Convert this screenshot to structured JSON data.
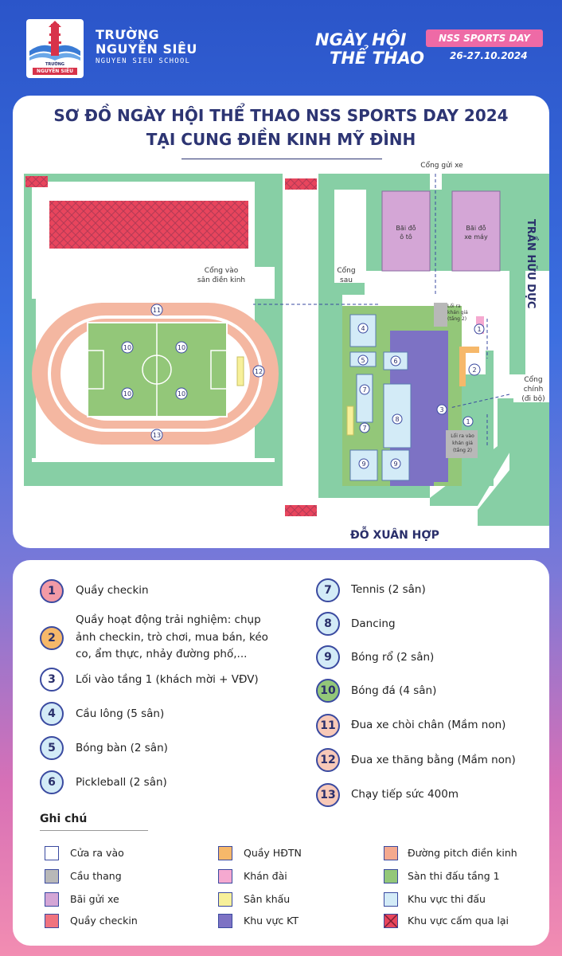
{
  "header": {
    "school_line1": "TRƯỜNG",
    "school_line2": "NGUYỄN SIÊU",
    "school_line3": "NGUYEN SIEU SCHOOL",
    "logo_text_top": "TRƯỜNG",
    "logo_text_bottom": "NGUYỄN SIÊU",
    "event_line1": "NGÀY HỘI",
    "event_line2": "THỂ THAO",
    "badge": "NSS SPORTS DAY",
    "dates": "26-27.10.2024"
  },
  "map": {
    "title_line1": "SƠ ĐỒ NGÀY HỘI THỂ THAO NSS SPORTS DAY 2024",
    "title_line2": "TẠI CUNG ĐIỀN KINH MỸ ĐÌNH",
    "labels": {
      "cong_gui_xe": "Cổng gửi xe",
      "bai_do_oto_1": "Bãi đỗ",
      "bai_do_oto_2": "ô tô",
      "bai_do_xemay_1": "Bãi đỗ",
      "bai_do_xemay_2": "xe máy",
      "tran_huu_duc": "TRẦN HỮU DỰC",
      "cong_vao_1": "Cổng vào",
      "cong_vao_2": "sân điền kinh",
      "cong_sau_1": "Cổng",
      "cong_sau_2": "sau",
      "loi_ra_1": "Lối ra",
      "loi_ra_2": "khán giả",
      "loi_ra_3": "(tầng 2)",
      "cong_chinh_1": "Cổng",
      "cong_chinh_2": "chính",
      "cong_chinh_3": "(đi bộ)",
      "loi_ra_vao_1": "Lối ra vào",
      "loi_ra_vao_2": "khán giả",
      "loi_ra_vao_3": "(tầng 2)",
      "do_xuan_hop": "ĐỖ XUÂN HỢP"
    },
    "markers": [
      "1",
      "2",
      "3",
      "4",
      "5",
      "6",
      "7",
      "8",
      "9",
      "10",
      "11",
      "12",
      "13"
    ]
  },
  "legend": {
    "items": [
      {
        "num": "1",
        "text": "Quầy checkin"
      },
      {
        "num": "2",
        "text_l1": "Quầy hoạt động trải nghiệm: chụp",
        "text_l2": "ảnh checkin, trò chơi, mua bán, kéo",
        "text_l3": "co, ẩm thực, nhảy đường phố,..."
      },
      {
        "num": "3",
        "text": "Lối vào tầng 1 (khách mời + VĐV)"
      },
      {
        "num": "4",
        "text": "Cầu lông (5 sân)"
      },
      {
        "num": "5",
        "text": "Bóng bàn (2 sân)"
      },
      {
        "num": "6",
        "text": "Pickleball (2 sân)"
      },
      {
        "num": "7",
        "text": "Tennis (2 sân)"
      },
      {
        "num": "8",
        "text": "Dancing"
      },
      {
        "num": "9",
        "text": "Bóng rổ (2 sân)"
      },
      {
        "num": "10",
        "text": "Bóng đá (4 sân)"
      },
      {
        "num": "11",
        "text": "Đua xe chòi chân (Mầm non)"
      },
      {
        "num": "12",
        "text": "Đua xe thăng bằng (Mầm non)"
      },
      {
        "num": "13",
        "text": "Chạy tiếp sức 400m"
      }
    ],
    "notes_title": "Ghi chú",
    "notes": [
      {
        "label": "Cửa ra vào",
        "color": "#ffffff"
      },
      {
        "label": "Cầu thang",
        "color": "#b8b8b8"
      },
      {
        "label": "Bãi gửi xe",
        "color": "#d4a6d6"
      },
      {
        "label": "Quầy checkin",
        "color": "#f0737f"
      },
      {
        "label": "Quầy HĐTN",
        "color": "#f6b86a"
      },
      {
        "label": "Khán đài",
        "color": "#f5a9d0"
      },
      {
        "label": "Sân khấu",
        "color": "#f7f09a"
      },
      {
        "label": "Khu vực KT",
        "color": "#7d72c4"
      },
      {
        "label": "Đường pitch điền kinh",
        "color": "#f4a98f"
      },
      {
        "label": "Sàn thi đấu tầng 1",
        "color": "#93c779"
      },
      {
        "label": "Khu vực thi đấu",
        "color": "#d3ebf7"
      },
      {
        "label": "Khu vực cấm qua lại",
        "color": "#e8455d"
      }
    ]
  }
}
